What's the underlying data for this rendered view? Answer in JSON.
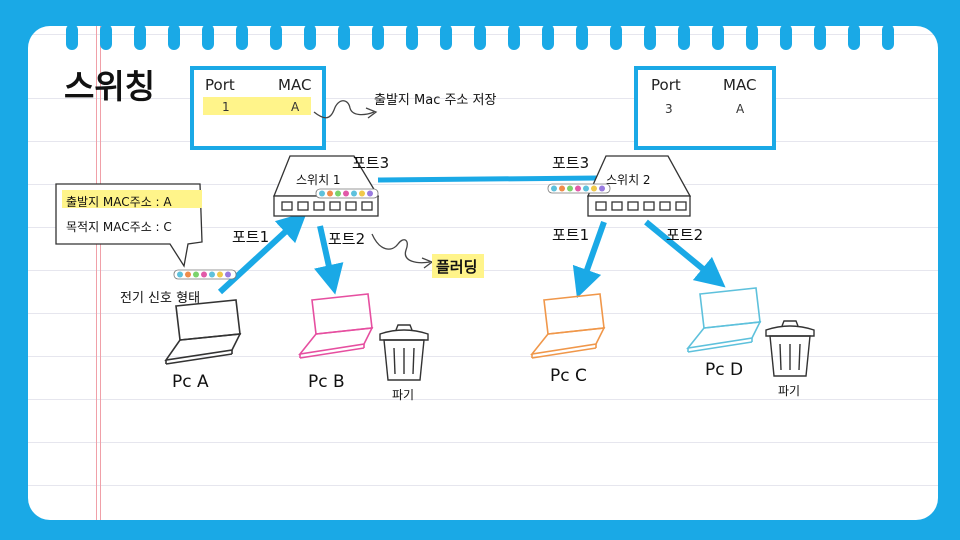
{
  "title": "스위칭",
  "colors": {
    "accent": "#1aa9e6",
    "highlight": "#fff48a",
    "pc_a": "#333333",
    "pc_b": "#e64fa0",
    "pc_c": "#f0974a",
    "pc_d": "#5ec1dc"
  },
  "table_left": {
    "header_port": "Port",
    "header_mac": "MAC",
    "row_port": "1",
    "row_mac": "A"
  },
  "table_right": {
    "header_port": "Port",
    "header_mac": "MAC",
    "row_port": "3",
    "row_mac": "A"
  },
  "annotation_store": "출발지 Mac 주소 저장",
  "annotation_flood": "플러딩",
  "switch1_label": "스위치 1",
  "switch2_label": "스위치 2",
  "port3_left": "포트3",
  "port3_right": "포트3",
  "s1_port1": "포트1",
  "s1_port2": "포트2",
  "s2_port1": "포트1",
  "s2_port2": "포트2",
  "bubble": {
    "src": "출발지 MAC주소 : A",
    "dst": "목적지 MAC주소 : C"
  },
  "signal_label": "전기 신호 형태",
  "pc_a": "Pc A",
  "pc_b": "Pc B",
  "pc_c": "Pc C",
  "pc_d": "Pc D",
  "discard_b": "파기",
  "discard_d": "파기",
  "icons": [
    "switch-icon",
    "laptop-icon",
    "trash-icon",
    "data-packet-icon",
    "curved-arrow-icon"
  ]
}
